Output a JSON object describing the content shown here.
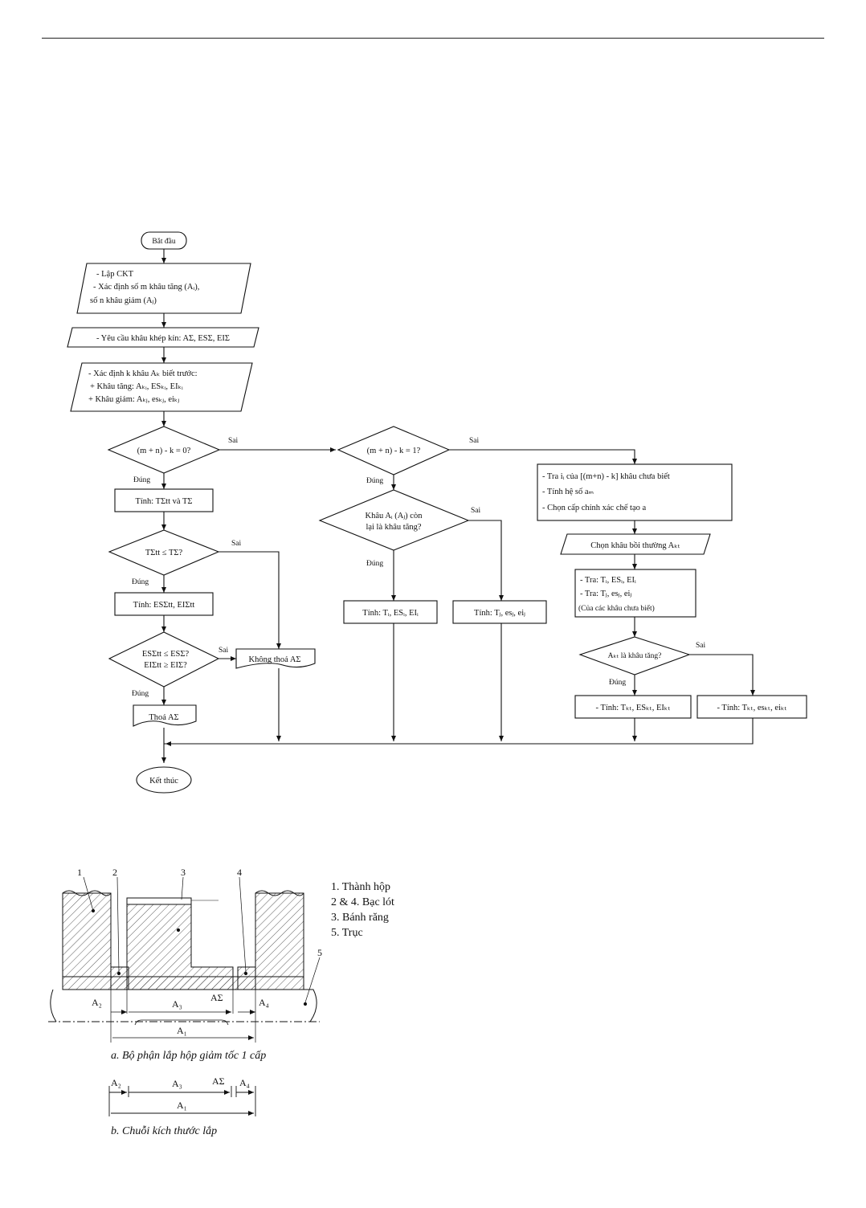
{
  "flowchart": {
    "start": "Bắt đầu",
    "end": "Kết thúc",
    "step1": [
      "- Lập CKT",
      "- Xác định số m khâu tăng (Aᵢ),",
      "số n khâu giảm (Aⱼ)"
    ],
    "step2": "- Yêu cầu khâu khép kín: AΣ, ESΣ, EIΣ",
    "step3": [
      "- Xác định k khâu Aₖ biết trước:",
      "+ Khâu tăng: Aₖᵢ, ESₖᵢ, EIₖᵢ",
      "+ Khâu giảm: Aₖⱼ, esₖⱼ, eiₖⱼ"
    ],
    "dec1": "(m + n) - k = 0?",
    "dec2": "(m + n) - k = 1?",
    "dec3": [
      "Khâu Aᵢ (Aⱼ) còn",
      "lại là khâu tăng?"
    ],
    "dec4": "TΣtt ≤ TΣ?",
    "dec5": [
      "ESΣtt ≤ ESΣ?",
      "EIΣtt ≥ EIΣ?"
    ],
    "dec6": "Aₖₜ là khâu tăng?",
    "calc_T": "Tính: TΣtt và TΣ",
    "calc_ES": "Tính: ESΣtt, EIΣtt",
    "ok": "Thoả AΣ",
    "not_ok": "Không thoả AΣ",
    "calc_i": "Tính: Tᵢ, ESᵢ, EIᵢ",
    "calc_j": "Tính: Tⱼ, esⱼ, eiⱼ",
    "box_right": [
      "- Tra iᵢ của [(m+n) - k] khâu chưa biết",
      "- Tính hệ số aₘ",
      "- Chọn cấp chính xác chế tạo a"
    ],
    "choose": "Chọn khâu bồi thường Aₖₜ",
    "box_tra": [
      "- Tra: Tᵢ, ESᵢ, EIᵢ",
      "- Tra: Tⱼ, esⱼ, eiⱼ",
      "(Của các khâu chưa biết)"
    ],
    "calc_kt_inc": "- Tính: Tₖₜ, ESₖₜ, EIₖₜ",
    "calc_kt_dec": "- Tính: Tₖₜ, esₖₜ, eiₖₜ",
    "yes": "Đúng",
    "no": "Sai"
  },
  "assembly": {
    "callouts": [
      "1",
      "2",
      "3",
      "4",
      "5"
    ],
    "dims": [
      "A₂",
      "A₃",
      "AΣ",
      "A₄",
      "A₁"
    ],
    "legend": [
      "1. Thành hộp",
      "2 & 4. Bạc lót",
      "3. Bánh răng",
      "5. Trục"
    ],
    "caption_a": "a. Bộ phận lắp hộp giảm tốc 1 cấp"
  },
  "chain": {
    "dims": [
      "A₂",
      "A₃",
      "AΣ",
      "A₄",
      "A₁"
    ],
    "caption_b": "b. Chuỗi kích thước lắp"
  }
}
